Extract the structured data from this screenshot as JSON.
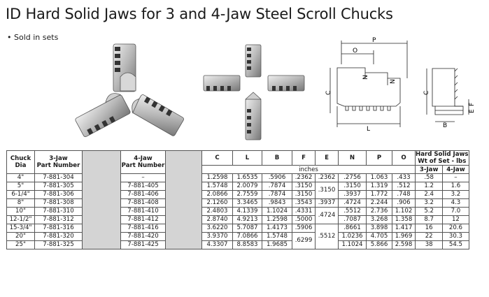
{
  "title": "ID Hard Solid Jaws for 3 and 4-Jaw Steel Scroll Chucks",
  "subtitle": "• Sold in sets",
  "images": {
    "photo1": "three-jaw-set-photo",
    "photo2": "four-jaw-set-photo",
    "diagram1": "jaw-side-profile-drawing",
    "diagram2": "jaw-end-view-drawing"
  },
  "diagram_labels": {
    "P": "P",
    "O": "O",
    "N": "N",
    "C": "C",
    "L": "L",
    "B": "B",
    "F": "F",
    "E": "E"
  },
  "table": {
    "headers": {
      "chuck_dia": [
        "Chuck",
        "Dia"
      ],
      "three_jaw": [
        "3-Jaw",
        "Part Number"
      ],
      "four_jaw": [
        "4-Jaw",
        "Part Number"
      ],
      "C": "C",
      "L": "L",
      "B": "B",
      "F": "F",
      "E": "E",
      "N": "N",
      "P": "P",
      "O": "O",
      "weight": [
        "Hard Solid Jaws",
        "Wt of Set - lbs"
      ],
      "units": "inches",
      "w3": "3-Jaw",
      "w4": "4-Jaw"
    },
    "rows": [
      {
        "dia": "4\"",
        "p3": "7-881-304",
        "p4": "–",
        "C": "1.2598",
        "L": "1.6535",
        "B": ".5906",
        "F": ".2362",
        "E": ".2362",
        "N": ".2756",
        "P": "1.063",
        "O": ".433",
        "w3": ".58",
        "w4": "–"
      },
      {
        "dia": "5\"",
        "p3": "7-881-305",
        "p4": "7-881-405",
        "C": "1.5748",
        "L": "2.0079",
        "B": ".7874",
        "F": ".3150",
        "E": ".3150",
        "N": ".3150",
        "P": "1.319",
        "O": ".512",
        "w3": "1.2",
        "w4": "1.6"
      },
      {
        "dia": "6-1/4\"",
        "p3": "7-881-306",
        "p4": "7-881-406",
        "C": "2.0866",
        "L": "2.7559",
        "B": ".7874",
        "F": ".3150",
        "E": "",
        "N": ".3937",
        "P": "1.772",
        "O": ".748",
        "w3": "2.4",
        "w4": "3.2"
      },
      {
        "dia": "8\"",
        "p3": "7-881-308",
        "p4": "7-881-408",
        "C": "2.1260",
        "L": "3.3465",
        "B": ".9843",
        "F": ".3543",
        "E": ".3937",
        "N": ".4724",
        "P": "2.244",
        "O": ".906",
        "w3": "3.2",
        "w4": "4.3"
      },
      {
        "dia": "10\"",
        "p3": "7-881-310",
        "p4": "7-881-410",
        "C": "2.4803",
        "L": "4.1339",
        "B": "1.1024",
        "F": ".4331",
        "E": ".4724",
        "N": ".5512",
        "P": "2.736",
        "O": "1.102",
        "w3": "5.2",
        "w4": "7.0"
      },
      {
        "dia": "12-1/2\"",
        "p3": "7-881-312",
        "p4": "7-881-412",
        "C": "2.8740",
        "L": "4.9213",
        "B": "1.2598",
        "F": ".5000",
        "E": "",
        "N": ".7087",
        "P": "3.268",
        "O": "1.358",
        "w3": "8.7",
        "w4": "12"
      },
      {
        "dia": "15-3/4\"",
        "p3": "7-881-316",
        "p4": "7-881-416",
        "C": "3.6220",
        "L": "5.7087",
        "B": "1.4173",
        "F": ".5906",
        "E": ".5512",
        "N": ".8661",
        "P": "3.898",
        "O": "1.417",
        "w3": "16",
        "w4": "20.6"
      },
      {
        "dia": "20\"",
        "p3": "7-881-320",
        "p4": "7-881-420",
        "C": "3.9370",
        "L": "7.0866",
        "B": "1.5748",
        "F": ".6299",
        "E": "",
        "N": "1.0236",
        "P": "4.705",
        "O": "1.969",
        "w3": "22",
        "w4": "30.3"
      },
      {
        "dia": "25\"",
        "p3": "7-881-325",
        "p4": "7-881-425",
        "C": "4.3307",
        "L": "8.8583",
        "B": "1.9685",
        "F": "",
        "E": "",
        "N": "1.1024",
        "P": "5.866",
        "O": "2.598",
        "w3": "38",
        "w4": "54.5"
      }
    ]
  }
}
